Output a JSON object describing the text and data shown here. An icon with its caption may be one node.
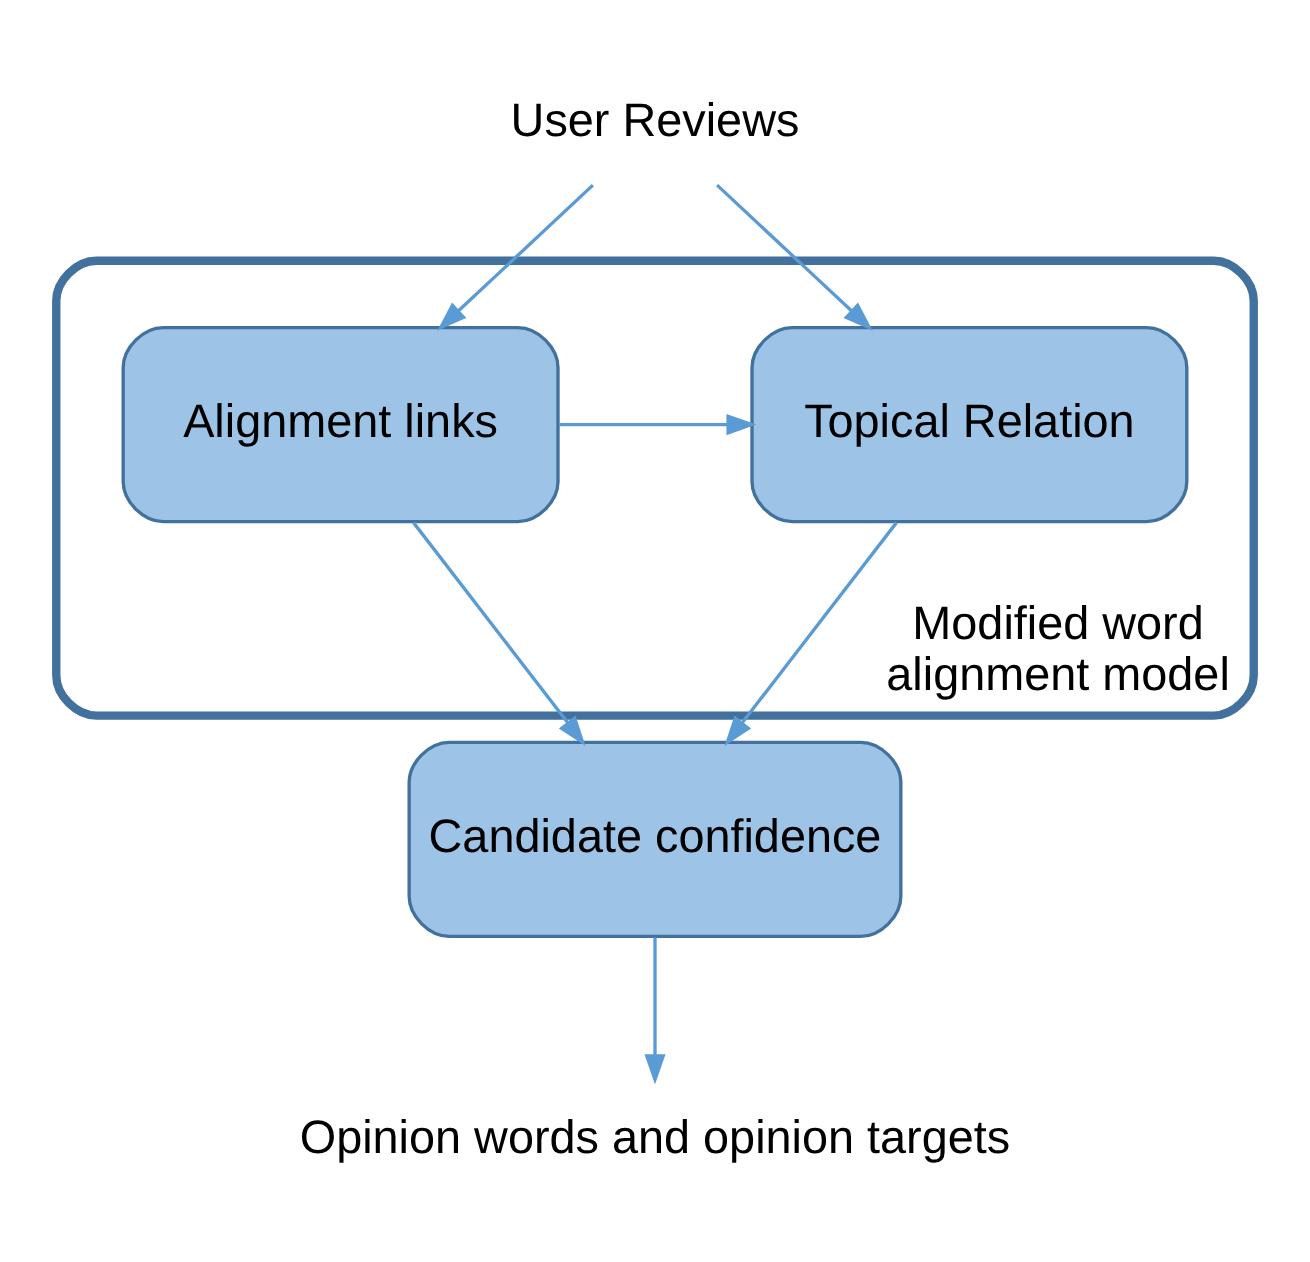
{
  "diagram": {
    "nodes": [
      {
        "text": [
          "User Reviews"
        ]
      },
      {
        "text": [
          "Modified word alignment model"
        ]
      },
      {
        "text": [
          "Topical Relation"
        ],
        "in": 1
      },
      {
        "text": [
          "Alignment links"
        ],
        "in": 1
      },
      {
        "text": [
          "Candidate confidence"
        ]
      },
      {
        "text": [
          "Opinion words and opinion targets"
        ]
      }
    ],
    "edges": [
      {
        "from": 0,
        "to": 2,
        "arrow": "to"
      },
      {
        "from": 0,
        "to": 3,
        "arrow": "to"
      },
      {
        "from": 3,
        "to": 2,
        "arrow": "to"
      },
      {
        "from": 2,
        "to": 4,
        "arrow": "to"
      },
      {
        "from": 3,
        "to": 4,
        "arrow": "to"
      },
      {
        "from": 4,
        "to": 5,
        "arrow": "to"
      }
    ]
  }
}
